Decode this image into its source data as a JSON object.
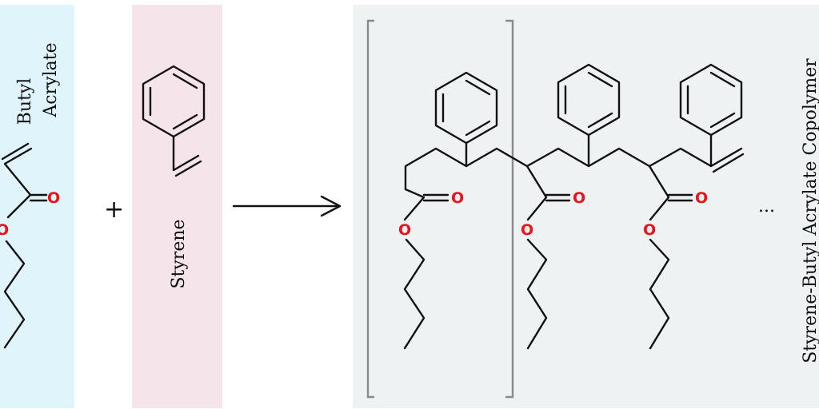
{
  "reactants": {
    "butyl_acrylate": {
      "name_line1": "Butyl",
      "name_line2": "Acrylate"
    },
    "plus": "+",
    "styrene": {
      "name": "Styrene"
    }
  },
  "product": {
    "name": "Styrene-Butyl Acrylate Copolymer",
    "repeat_count_text": "...",
    "oxygen_symbol": "O"
  },
  "colors": {
    "butyl_acrylate_panel": "#dff5fb",
    "styrene_panel": "#f5e4ea",
    "product_panel": "#eef2f2",
    "oxygen": "#e8141e",
    "bracket": "#8a8a8a"
  }
}
